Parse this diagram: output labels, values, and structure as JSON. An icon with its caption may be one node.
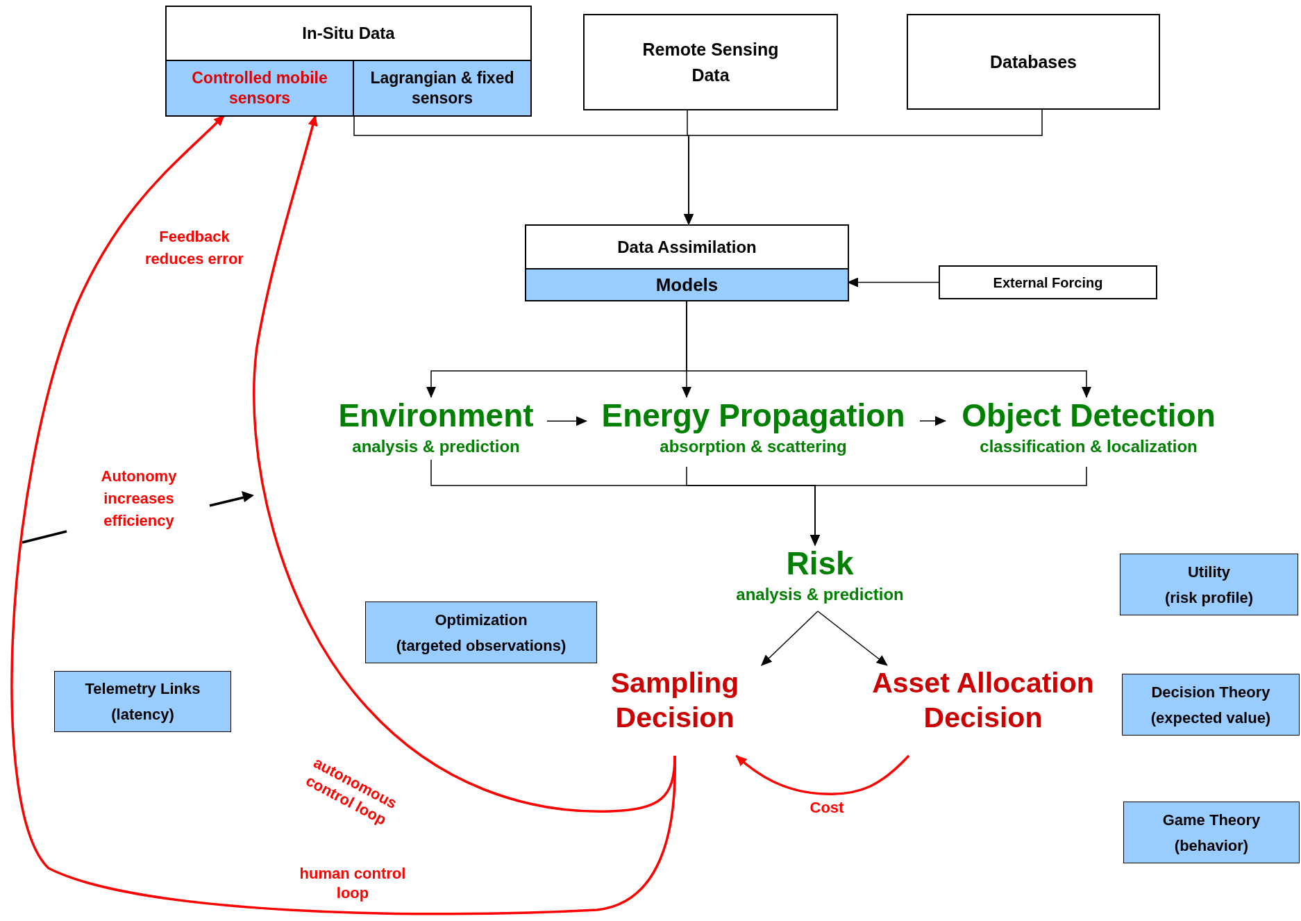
{
  "diagram": {
    "nodes": [
      {
        "text": [
          "In-Situ Data"
        ]
      },
      {
        "text": [
          "Controlled mobile sensors"
        ],
        "in": 0
      },
      {
        "text": [
          "Lagrangian & fixed sensors"
        ],
        "in": 0
      },
      {
        "text": [
          "Remote Sensing Data"
        ]
      },
      {
        "text": [
          "Databases"
        ]
      },
      {
        "text": [
          "Data Assimilation"
        ]
      },
      {
        "text": [
          "Models"
        ],
        "in": 5
      },
      {
        "text": [
          "External Forcing"
        ]
      },
      {
        "text": [
          "Environment",
          "analysis & prediction"
        ]
      },
      {
        "text": [
          "Energy Propagation",
          "absorption & scattering"
        ]
      },
      {
        "text": [
          "Object Detection",
          "classification & localization"
        ]
      },
      {
        "text": [
          "Risk",
          "analysis & prediction"
        ]
      },
      {
        "text": [
          "Sampling Decision"
        ]
      },
      {
        "text": [
          "Asset Allocation Decision"
        ]
      },
      {
        "text": [
          "Optimization",
          "(targeted observations)"
        ]
      },
      {
        "text": [
          "Telemetry Links",
          "(latency)"
        ]
      },
      {
        "text": [
          "Utility",
          "(risk profile)"
        ]
      },
      {
        "text": [
          "Decision Theory",
          "(expected value)"
        ]
      },
      {
        "text": [
          "Game Theory",
          "(behavior)"
        ]
      }
    ],
    "edges": [
      {
        "from": 0,
        "to": 5,
        "arrow": "to"
      },
      {
        "from": 3,
        "to": 5,
        "arrow": "to"
      },
      {
        "from": 4,
        "to": 5,
        "arrow": "to"
      },
      {
        "from": 7,
        "to": 6,
        "arrow": "to"
      },
      {
        "from": 5,
        "to": 8,
        "arrow": "to"
      },
      {
        "from": 5,
        "to": 9,
        "arrow": "to"
      },
      {
        "from": 5,
        "to": 10,
        "arrow": "to"
      },
      {
        "from": 8,
        "to": 9,
        "arrow": "to"
      },
      {
        "from": 9,
        "to": 10,
        "arrow": "to"
      },
      {
        "from": 8,
        "to": 11,
        "arrow": "to"
      },
      {
        "from": 9,
        "to": 11,
        "arrow": "to"
      },
      {
        "from": 10,
        "to": 11,
        "arrow": "to"
      },
      {
        "from": 11,
        "to": 12,
        "arrow": "to"
      },
      {
        "from": 11,
        "to": 13,
        "arrow": "to"
      },
      {
        "from": 12,
        "to": 1,
        "arrow": "to",
        "label": "autonomous control loop",
        "color": "#ff0000"
      },
      {
        "from": 12,
        "to": 1,
        "arrow": "to",
        "label": "human control loop",
        "color": "#ff0000"
      },
      {
        "from": 13,
        "to": 12,
        "arrow": "to",
        "label": "Cost",
        "color": "#ff0000"
      }
    ],
    "labels": [
      "Feedback reduces error",
      "Autonomy increases efficiency"
    ]
  }
}
